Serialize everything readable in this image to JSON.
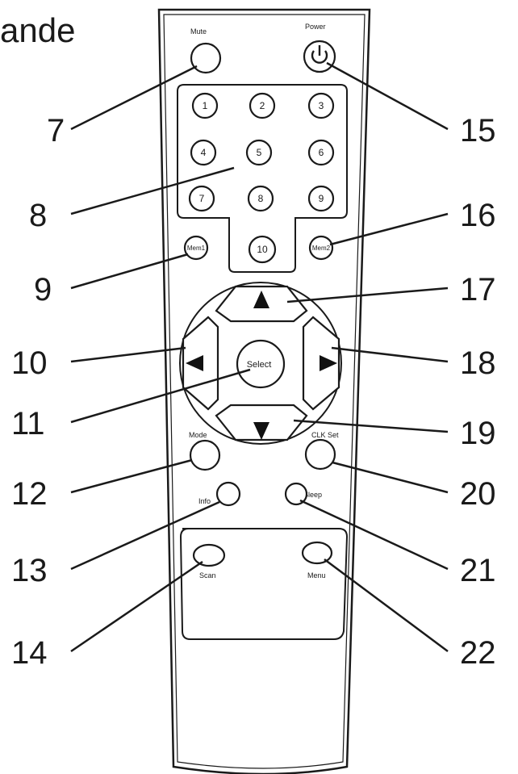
{
  "partial_caption": "ande",
  "remote": {
    "mute_label": "Mute",
    "power_label": "Power",
    "number_keys": [
      "1",
      "2",
      "3",
      "4",
      "5",
      "6",
      "7",
      "8",
      "9",
      "10"
    ],
    "mem1_label": "Mem1",
    "mem2_label": "Mem2",
    "select_label": "Select",
    "mode_label": "Mode",
    "clk_set_label": "CLK Set",
    "info_label": "Info",
    "sleep_label": "Sleep",
    "scan_label": "Scan",
    "menu_label": "Menu"
  },
  "callouts": {
    "left": [
      "7",
      "8",
      "9",
      "10",
      "11",
      "12",
      "13",
      "14"
    ],
    "right": [
      "15",
      "16",
      "17",
      "18",
      "19",
      "20",
      "21",
      "22"
    ]
  }
}
